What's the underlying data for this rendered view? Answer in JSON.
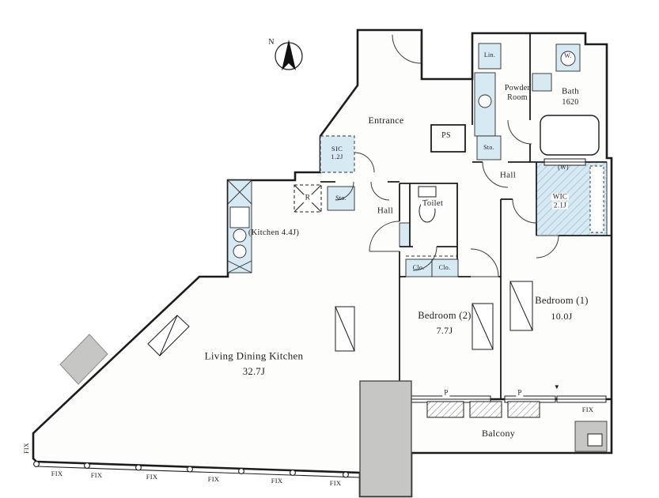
{
  "plan": {
    "compass_north": "N",
    "rooms": {
      "entrance": "Entrance",
      "hall_right": "Hall",
      "hall_left": "Hall",
      "ps": "PS",
      "powder_line1": "Powder",
      "powder_line2": "Room",
      "bath": "Bath",
      "bath_size": "1620",
      "linen": "Lin.",
      "washer": "W.",
      "sic": "SIC",
      "sic_size": "1.2J",
      "storage_powder": "Sto.",
      "storage_hall": "Sto.",
      "toilet": "Toilet",
      "wic": "WIC",
      "wic_size": "2.1J",
      "wic_window_note": "(W)",
      "refrigerator": "R",
      "kitchen": "(Kitchen 4.4J)",
      "closet_left": "Clo.",
      "closet_right": "Clo.",
      "bedroom2": "Bedroom (2)",
      "bedroom2_size": "7.7J",
      "bedroom1": "Bedroom (1)",
      "bedroom1_size": "10.0J",
      "ldk": "Living Dining Kitchen",
      "ldk_size": "32.7J",
      "balcony": "Balcony"
    },
    "markers": {
      "pipe_left": "P",
      "pipe_right": "P",
      "fix_balcony": "FIX",
      "fix_left": "FIX",
      "fix_bottom": [
        "FIX",
        "FIX",
        "FIX",
        "FIX",
        "FIX",
        "FIX"
      ],
      "down_arrow": "▼"
    },
    "colors": {
      "fixture_blue": "#d7eaf4",
      "wall": "#1c1c1c",
      "column_grey": "#c6c6c4"
    }
  }
}
